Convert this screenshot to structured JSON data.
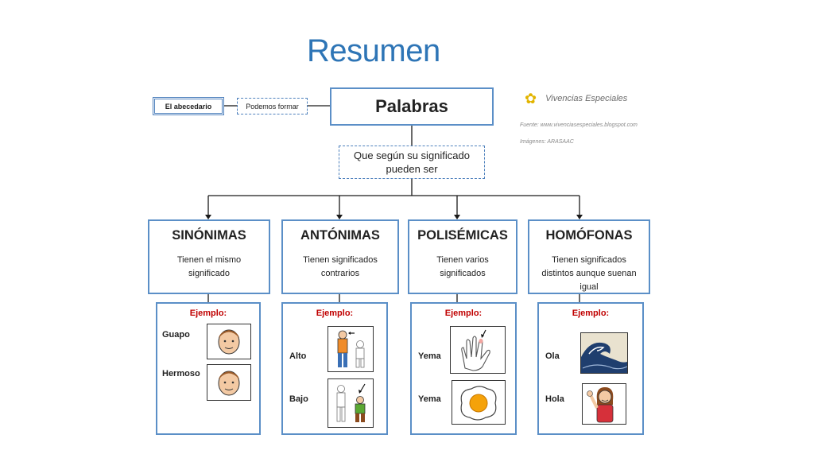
{
  "title": "Resumen",
  "top": {
    "main": "Palabras",
    "left_box": "El abecedario",
    "connector": "Podemos formar",
    "question": "Que según su significado pueden ser"
  },
  "credits": {
    "logo_text": "Vivencias Especiales",
    "source": "Fuente: www.vivenciasespeciales.blogspot.com",
    "images": "Imágenes: ARASAAC"
  },
  "categories": [
    {
      "title": "SINÓNIMAS",
      "desc": "Tienen el mismo significado",
      "example_label": "Ejemplo:",
      "ex1": "Guapo",
      "ex2": "Hermoso"
    },
    {
      "title": "ANTÓNIMAS",
      "desc": "Tienen significados contrarios",
      "example_label": "Ejemplo:",
      "ex1": "Alto",
      "ex2": "Bajo"
    },
    {
      "title": "POLISÉMICAS",
      "desc": "Tienen varios significados",
      "example_label": "Ejemplo:",
      "ex1": "Yema",
      "ex2": "Yema"
    },
    {
      "title": "HOMÓFONAS",
      "desc": "Tienen significados distintos aunque suenan igual",
      "example_label": "Ejemplo:",
      "ex1": "Ola",
      "ex2": "Hola"
    }
  ],
  "colors": {
    "title": "#2e75b6",
    "border": "#5b8fc7",
    "example": "#c00000"
  }
}
